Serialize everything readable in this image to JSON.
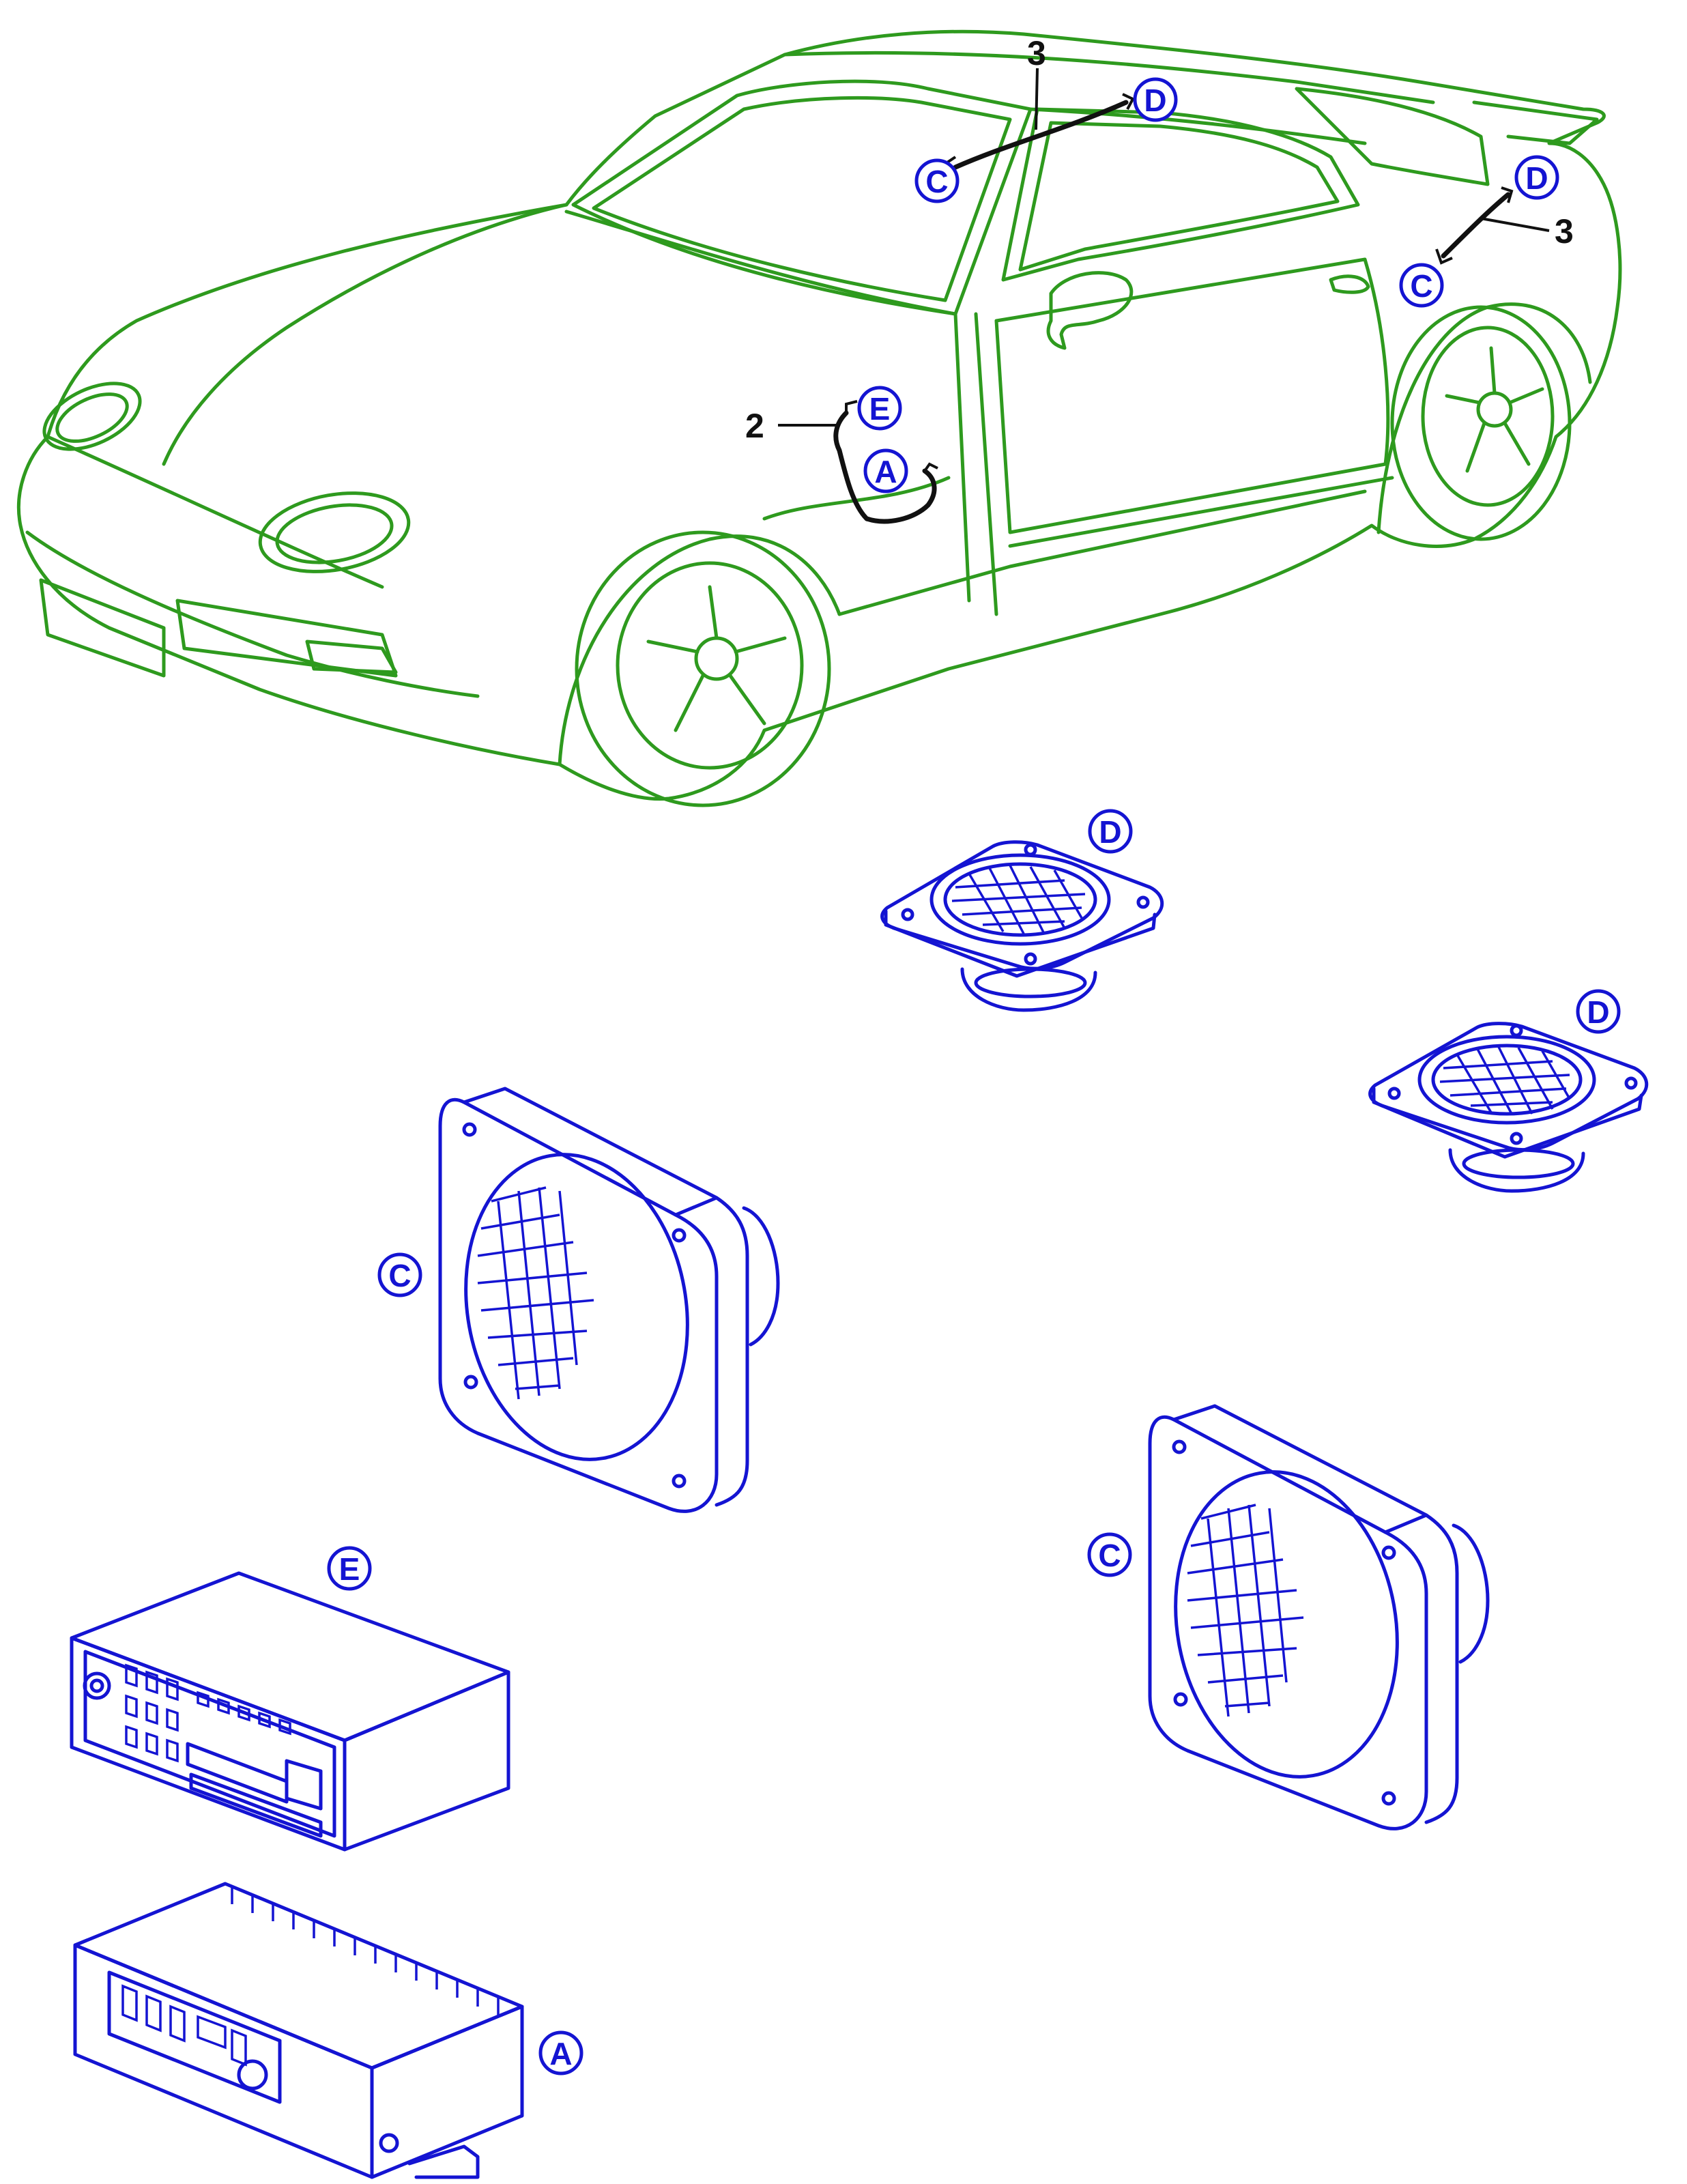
{
  "colors": {
    "car_outline": "#2e9a1e",
    "part_outline": "#1414d2",
    "cable": "#111111",
    "badge": "#1414d2"
  },
  "callouts": {
    "roof_c": "C",
    "roof_d": "D",
    "rear_c": "C",
    "rear_d": "D",
    "dash_e": "E",
    "dash_a": "A"
  },
  "item_numbers": {
    "roof_cable": "3",
    "rear_cable": "3",
    "dash_cable": "2"
  },
  "part_labels": {
    "tweeter_1": "D",
    "tweeter_2": "D",
    "speaker_1": "C",
    "speaker_2": "C",
    "radio": "E",
    "amplifier": "A"
  },
  "components": [
    {
      "id": "amplifier",
      "label": "A",
      "icon": "amplifier-icon"
    },
    {
      "id": "speaker",
      "label": "C",
      "icon": "speaker-icon"
    },
    {
      "id": "tweeter",
      "label": "D",
      "icon": "tweeter-icon"
    },
    {
      "id": "radio",
      "label": "E",
      "icon": "radio-icon"
    }
  ]
}
